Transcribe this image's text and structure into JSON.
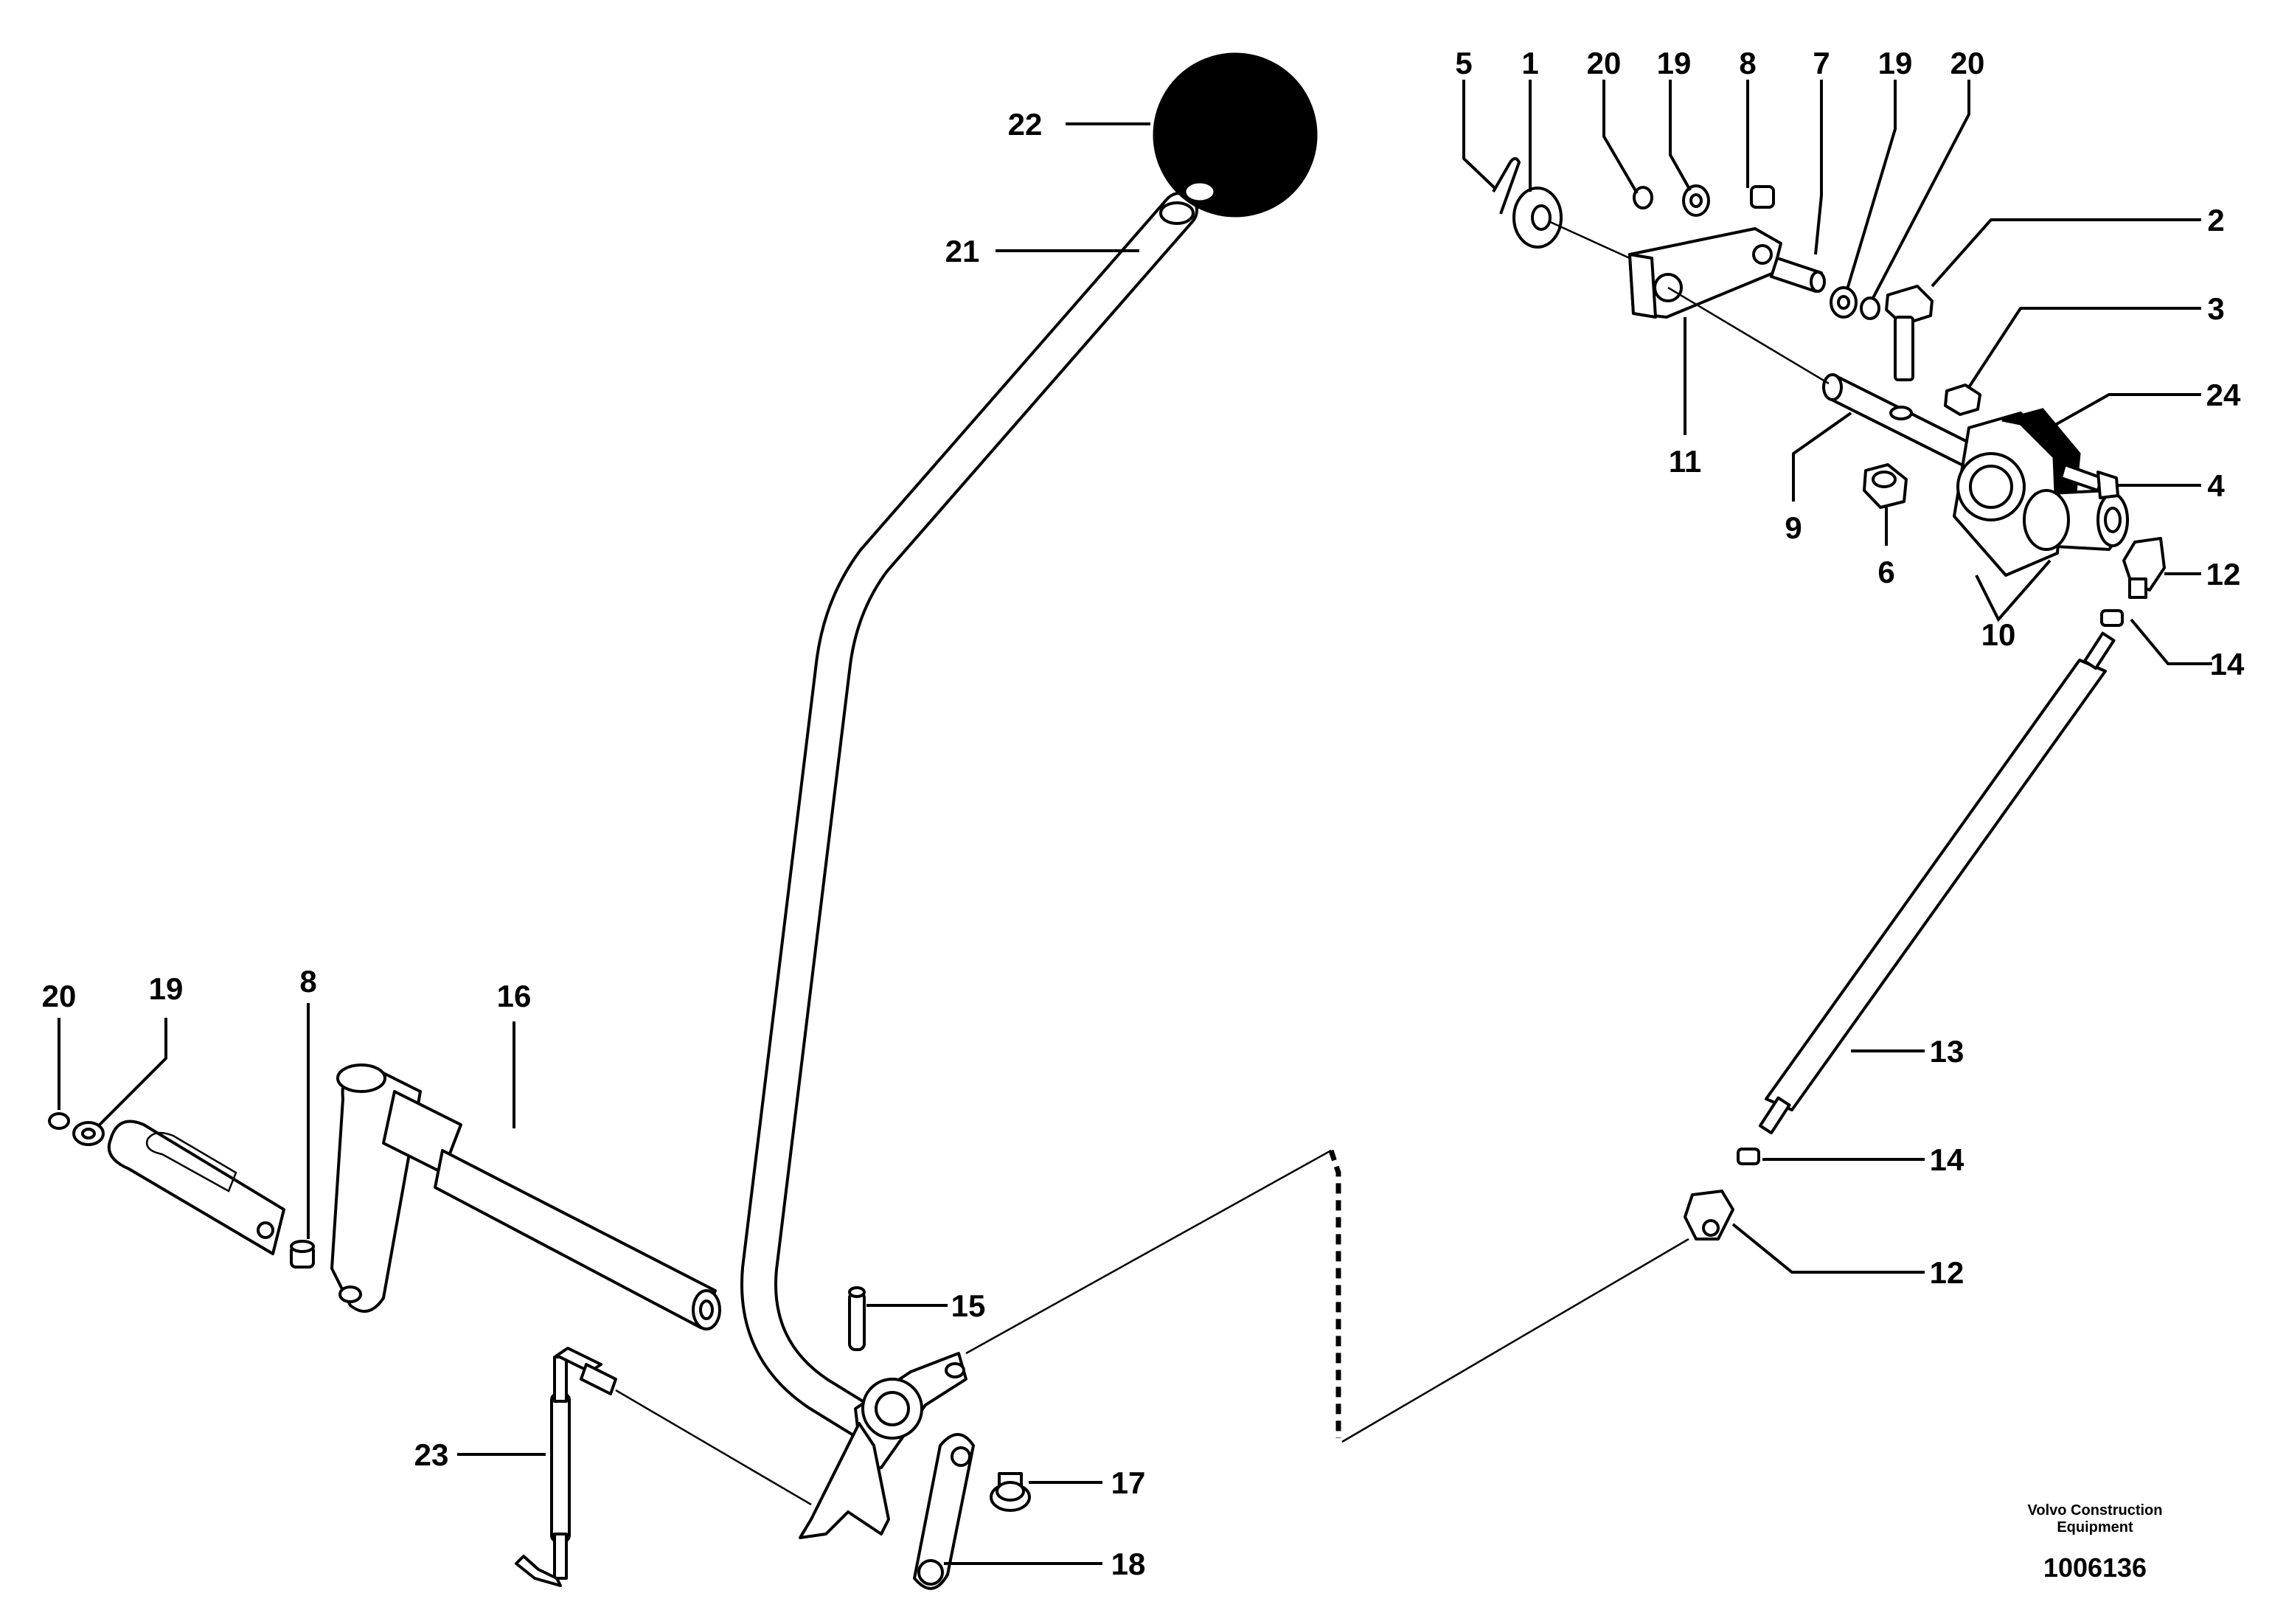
{
  "diagram": {
    "callouts": [
      {
        "label": "22"
      },
      {
        "label": "21"
      },
      {
        "label": "5"
      },
      {
        "label": "1"
      },
      {
        "label": "20"
      },
      {
        "label": "19"
      },
      {
        "label": "8"
      },
      {
        "label": "7"
      },
      {
        "label": "19"
      },
      {
        "label": "20"
      },
      {
        "label": "2"
      },
      {
        "label": "3"
      },
      {
        "label": "24"
      },
      {
        "label": "4"
      },
      {
        "label": "11"
      },
      {
        "label": "9"
      },
      {
        "label": "6"
      },
      {
        "label": "10"
      },
      {
        "label": "12"
      },
      {
        "label": "14"
      },
      {
        "label": "20"
      },
      {
        "label": "19"
      },
      {
        "label": "8"
      },
      {
        "label": "16"
      },
      {
        "label": "13"
      },
      {
        "label": "14"
      },
      {
        "label": "12"
      },
      {
        "label": "15"
      },
      {
        "label": "23"
      },
      {
        "label": "17"
      },
      {
        "label": "18"
      }
    ]
  },
  "footer": {
    "manufacturer": "Volvo Construction\nEquipment",
    "drawing_number": "1006136"
  }
}
